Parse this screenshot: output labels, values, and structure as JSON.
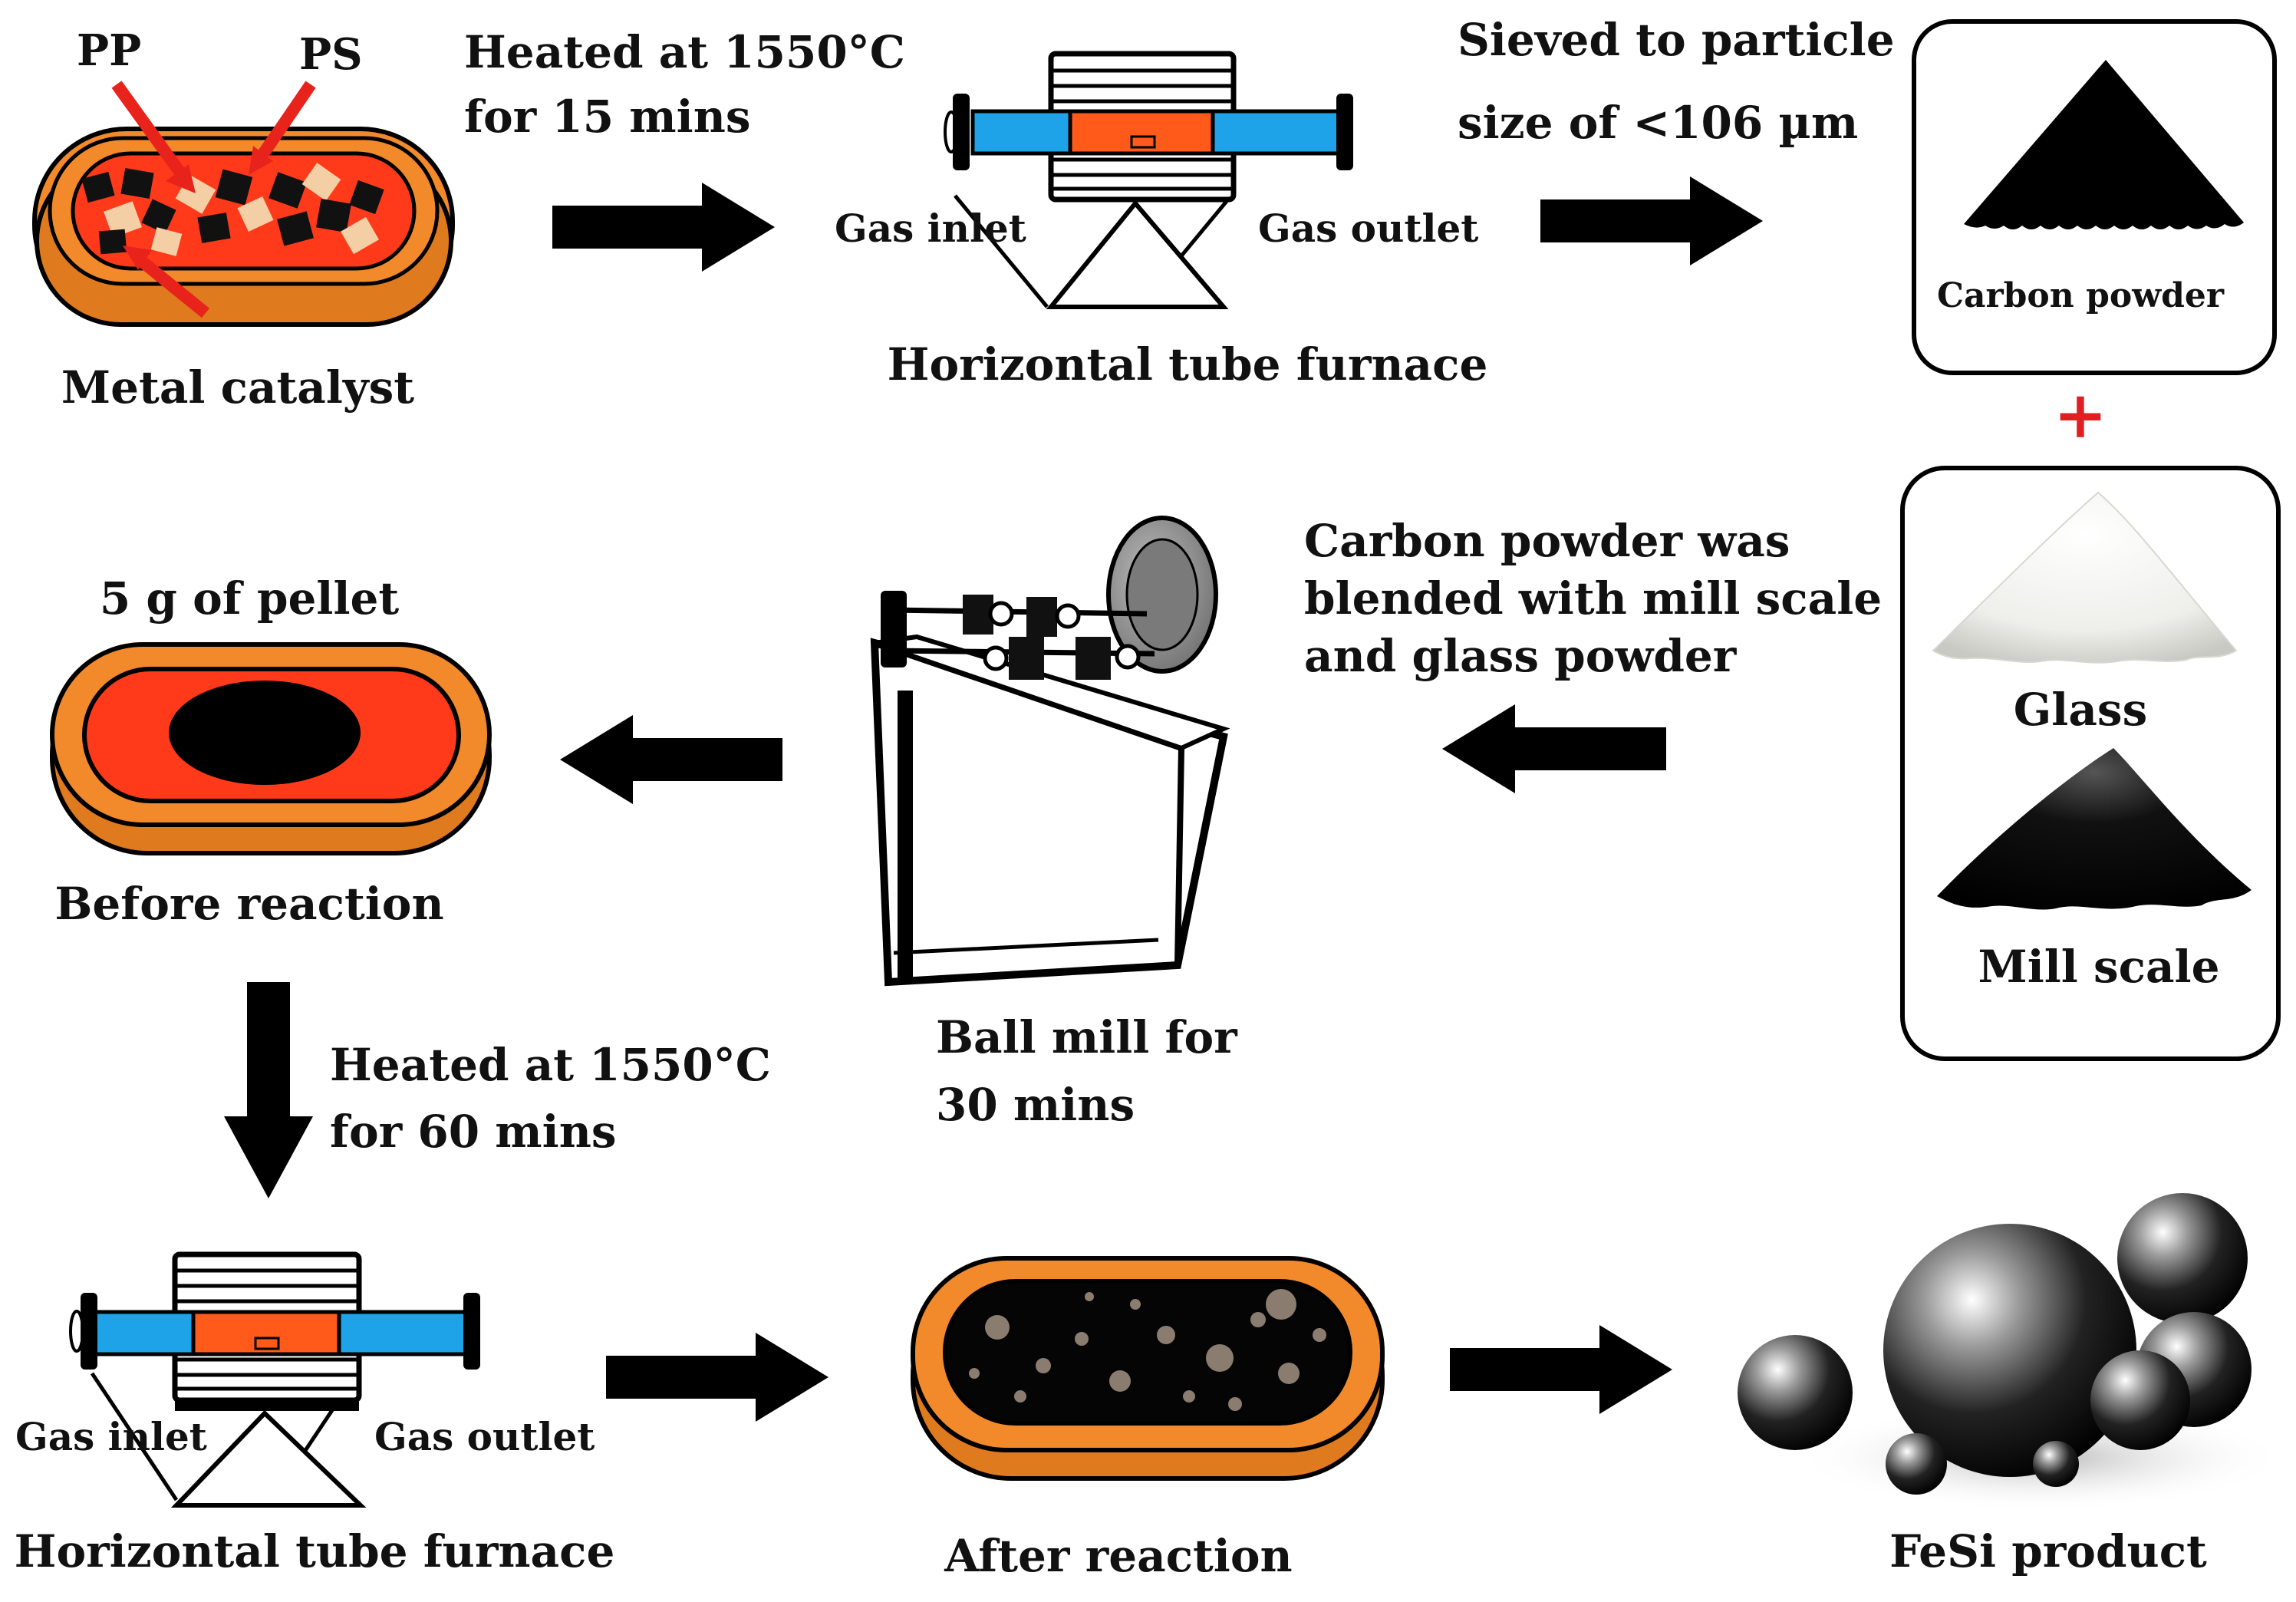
{
  "colors": {
    "boat_orange": "#f28a2c",
    "boat_red": "#ff3a1a",
    "tube_blue": "#1ea3e8",
    "furnace_core": "#ff5a1a",
    "arrow": "#000000",
    "pointer_red": "#e8231c",
    "plus_red": "#e02020"
  },
  "step1": {
    "pp_label": "PP",
    "ps_label": "PS",
    "catalyst_label": "Metal catalyst",
    "heat_line1": "Heated at 1550°C",
    "heat_line2": "for 15 mins"
  },
  "furnace_top": {
    "gas_inlet": "Gas inlet",
    "gas_outlet": "Gas outlet",
    "title": "Horizontal tube furnace"
  },
  "sieve": {
    "line1": "Sieved to particle",
    "line2": "size of <106 µm"
  },
  "carbon_box": {
    "label": "Carbon powder"
  },
  "plus": "+",
  "materials_box": {
    "glass_label": "Glass",
    "mill_scale_label": "Mill scale"
  },
  "blend": {
    "line1": "Carbon powder was",
    "line2": "blended with mill scale",
    "line3": "and glass powder"
  },
  "ball_mill": {
    "line1": "Ball mill for",
    "line2": "30 mins"
  },
  "pellet": {
    "mass_label": "5 g of pellet",
    "state_label": "Before reaction"
  },
  "heat2": {
    "line1": "Heated at 1550°C",
    "line2": "for 60 mins"
  },
  "furnace_bottom": {
    "gas_inlet": "Gas inlet",
    "gas_outlet": "Gas outlet",
    "title": "Horizontal tube furnace"
  },
  "after": {
    "label": "After reaction"
  },
  "product": {
    "label": "FeSi product"
  }
}
